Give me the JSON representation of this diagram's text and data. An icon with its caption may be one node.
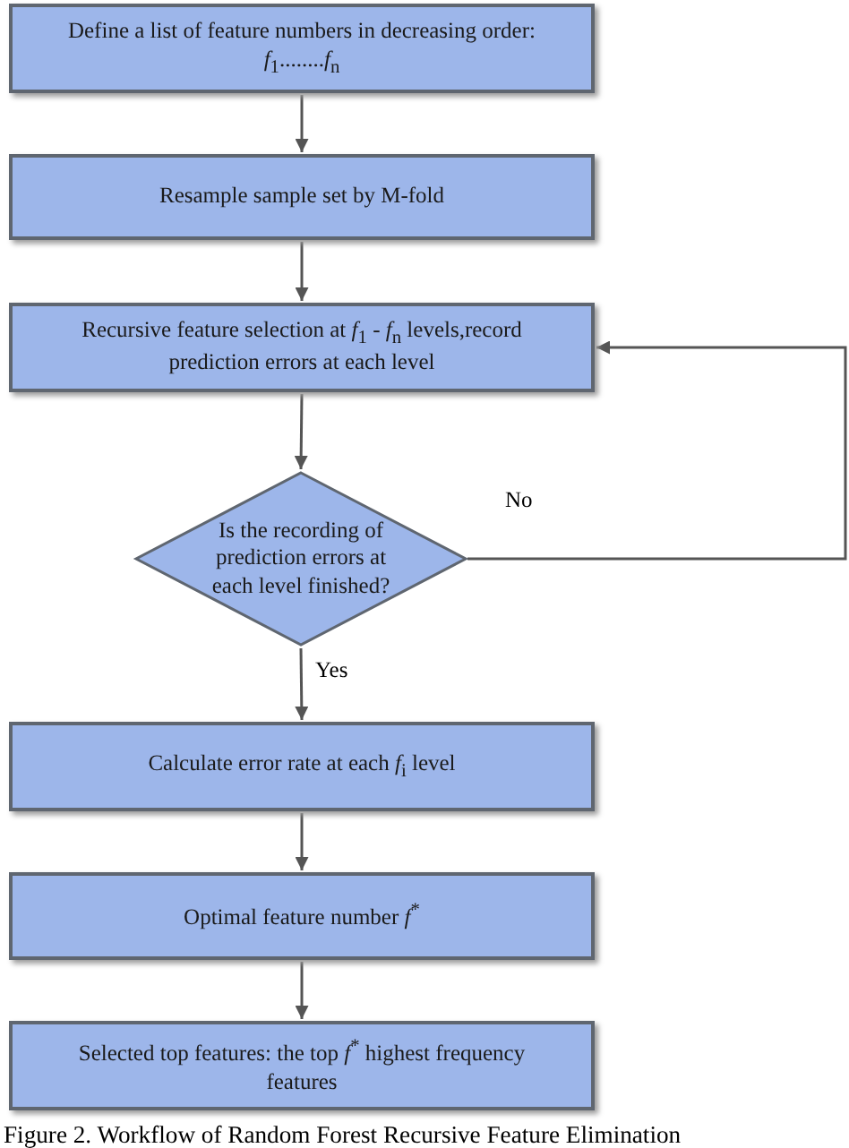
{
  "diagram": {
    "caption": "Figure 2. Workflow of Random Forest Recursive Feature Elimination",
    "nodes": [
      {
        "text": [
          "Define a list of feature numbers in decreasing order: *f*$_{1}$........*f*$_{n}$"
        ]
      },
      {
        "text": [
          "Resample sample set by M-fold"
        ]
      },
      {
        "text": [
          "Recursive feature selection at *f*$_{1}$ - *f*$_{n}$ levels,record prediction errors at each level"
        ]
      },
      {
        "text": [
          "Is the recording of prediction errors at each level finished?"
        ]
      },
      {
        "text": [
          "Calculate error rate at each *f*$_{i}$ level"
        ]
      },
      {
        "text": [
          "Optimal feature number *f*$^{*}$"
        ]
      },
      {
        "text": [
          "Selected top features: the top *f*$^{*}$ highest frequency features"
        ]
      }
    ],
    "edges": [
      {
        "from": 0,
        "to": 1,
        "arrow": "to"
      },
      {
        "from": 1,
        "to": 2,
        "arrow": "to"
      },
      {
        "from": 2,
        "to": 3,
        "arrow": "to"
      },
      {
        "from": 3,
        "to": 2,
        "arrow": "to",
        "label": "No"
      },
      {
        "from": 3,
        "to": 4,
        "arrow": "to",
        "label": "Yes"
      },
      {
        "from": 4,
        "to": 5,
        "arrow": "to"
      },
      {
        "from": 5,
        "to": 6,
        "arrow": "to"
      }
    ]
  }
}
